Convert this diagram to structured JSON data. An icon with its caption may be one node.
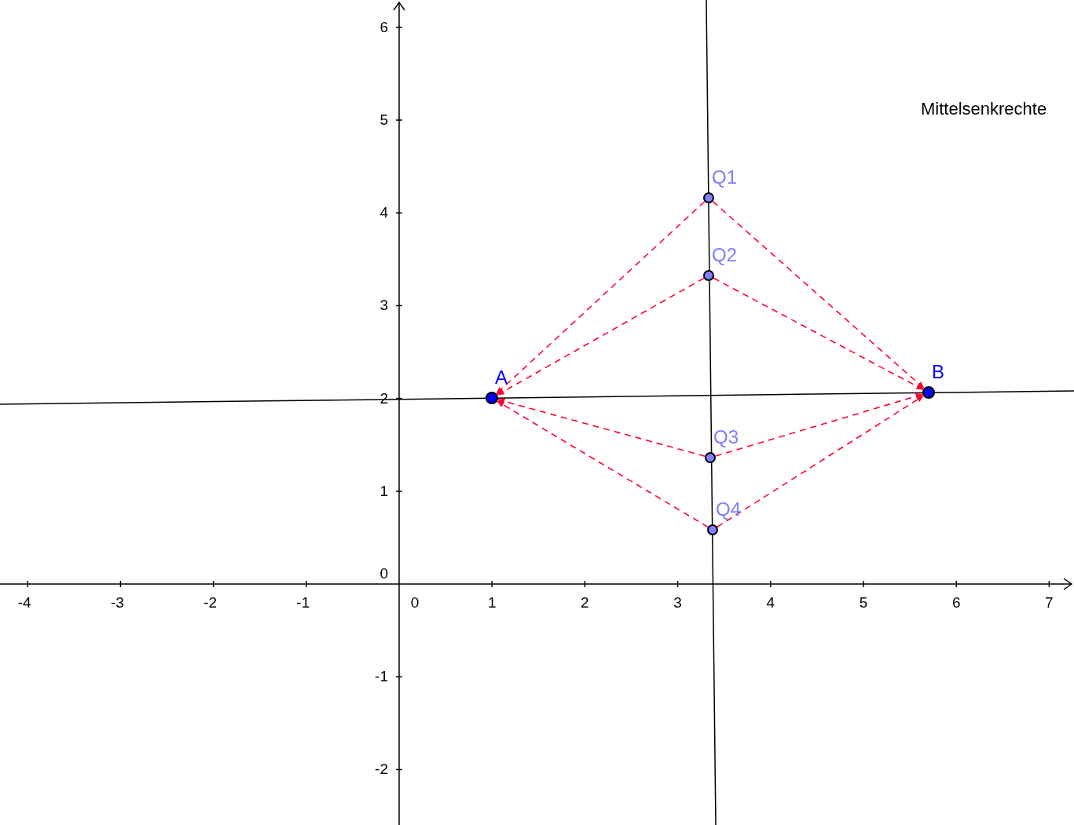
{
  "diagram": {
    "nodes": [
      {
        "text": [
          "A"
        ]
      },
      {
        "text": [
          "B"
        ]
      },
      {
        "text": [
          "Q1"
        ]
      },
      {
        "text": [
          "Q2"
        ]
      },
      {
        "text": [
          "Q3"
        ]
      },
      {
        "text": [
          "Q4"
        ]
      }
    ],
    "edges": [
      {
        "from": 2,
        "to": 0,
        "arrow": "to",
        "style": "dashed"
      },
      {
        "from": 2,
        "to": 1,
        "arrow": "to",
        "style": "dashed"
      },
      {
        "from": 3,
        "to": 0,
        "arrow": "to",
        "style": "dashed"
      },
      {
        "from": 3,
        "to": 1,
        "arrow": "to",
        "style": "dashed"
      },
      {
        "from": 4,
        "to": 0,
        "arrow": "to",
        "style": "dashed"
      },
      {
        "from": 4,
        "to": 1,
        "arrow": "to",
        "style": "dashed"
      },
      {
        "from": 5,
        "to": 0,
        "arrow": "to",
        "style": "dashed"
      },
      {
        "from": 5,
        "to": 1,
        "arrow": "to",
        "style": "dashed"
      }
    ],
    "labels": [
      "6",
      "5",
      "Mittelsenkrechte",
      "4",
      "3",
      "2",
      "1",
      "0",
      "-4",
      "-3",
      "-2",
      "-1",
      "0",
      "1",
      "2",
      "3",
      "4",
      "5",
      "6",
      "7",
      "-1",
      "-2"
    ]
  }
}
